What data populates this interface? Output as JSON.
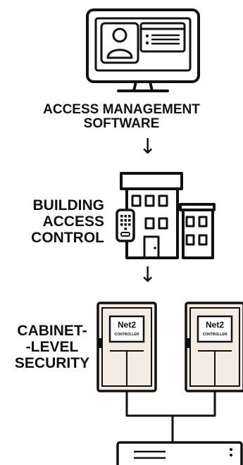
{
  "nodes": {
    "software": {
      "label_lines": [
        "ACCESS MANAGEMENT",
        "SOFTWARE"
      ]
    },
    "building": {
      "label_lines": [
        "BUILDING",
        "ACCESS",
        "CONTROL"
      ]
    },
    "cabinet": {
      "label_lines": [
        "CABINET-",
        "-LEVEL",
        "SECURITY"
      ]
    }
  },
  "cabinets": [
    {
      "brand": "Net2",
      "caption": "CONTROLLER"
    },
    {
      "brand": "Net2",
      "caption": "CONTROLLER"
    }
  ],
  "arrows": {
    "glyph": "↓"
  },
  "icons": {
    "software": "monitor-with-user-card-icon",
    "building": "office-building-icon",
    "keypad": "keypad-reader-icon",
    "cabinet": "server-cabinet-icon",
    "server": "rack-server-icon"
  },
  "colors": {
    "ink": "#111111",
    "cabinet_fill": "#f2ece4",
    "panel_fill": "#ffffff"
  }
}
